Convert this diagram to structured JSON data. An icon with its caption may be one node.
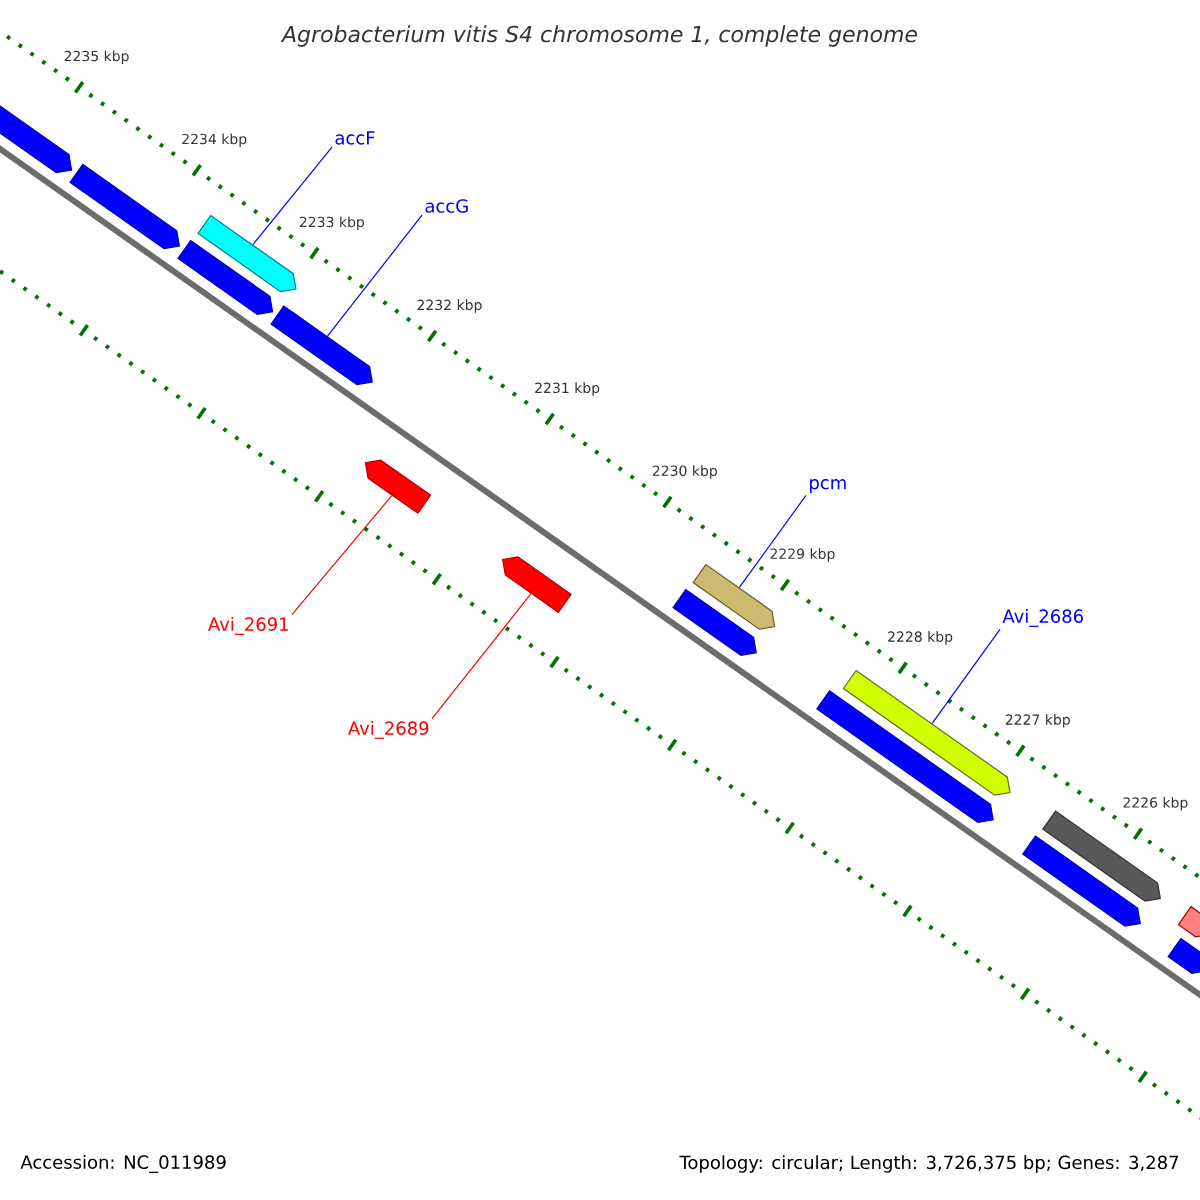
{
  "diagram": {
    "title": "Agrobacterium vitis S4 chromosome 1, complete genome",
    "nodes": [
      {
        "text": [
          "accF"
        ]
      },
      {
        "text": [],
        "shape": "bar"
      },
      {
        "text": [
          "accG"
        ]
      },
      {
        "text": [],
        "shape": "bar"
      },
      {
        "text": [
          "pcm"
        ]
      },
      {
        "text": [],
        "shape": "bar"
      },
      {
        "text": [
          "Avi_2686"
        ]
      },
      {
        "text": [],
        "shape": "bar"
      },
      {
        "text": [
          "Avi_2691"
        ]
      },
      {
        "text": [],
        "shape": "bar"
      },
      {
        "text": [
          "Avi_2689"
        ]
      },
      {
        "text": [],
        "shape": "bar"
      },
      {
        "text": [],
        "shape": "bar"
      },
      {
        "text": [],
        "shape": "bar"
      },
      {
        "text": [],
        "shape": "bar"
      },
      {
        "text": [],
        "shape": "bar"
      },
      {
        "text": [],
        "shape": "bar"
      },
      {
        "text": [],
        "shape": "bar"
      },
      {
        "text": [],
        "shape": "bar"
      },
      {
        "text": [],
        "shape": "bar"
      },
      {
        "text": [],
        "shape": "bar"
      }
    ],
    "edges": [
      {
        "from": 0,
        "to": 1,
        "arrow": "none"
      },
      {
        "from": 2,
        "to": 3,
        "arrow": "none"
      },
      {
        "from": 4,
        "to": 5,
        "arrow": "none"
      },
      {
        "from": 6,
        "to": 7,
        "arrow": "none"
      },
      {
        "from": 8,
        "to": 9,
        "arrow": "none",
        "color": "#ff0000"
      },
      {
        "from": 10,
        "to": 11,
        "arrow": "none",
        "color": "#ff0000"
      }
    ],
    "labels": [
      "2235 kbp",
      "2234 kbp",
      "2233 kbp",
      "2232 kbp",
      "2231 kbp",
      "2230 kbp",
      "2229 kbp",
      "2228 kbp",
      "2227 kbp",
      "2226 kbp",
      "Accession: NC_011989",
      "Topology: circular; Length: 3,726,375 bp; Genes: 3,287"
    ]
  }
}
